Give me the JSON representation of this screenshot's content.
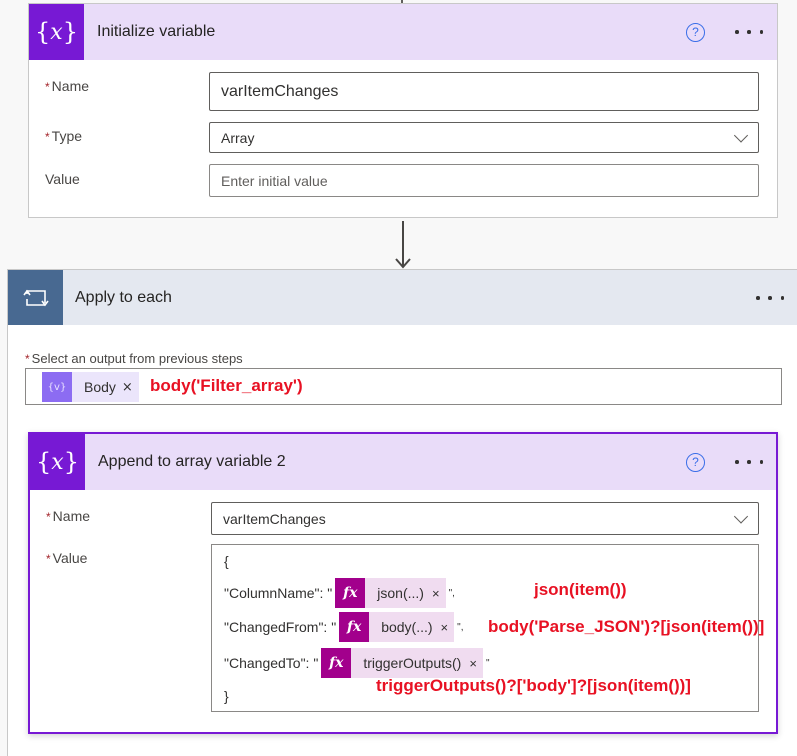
{
  "init_card": {
    "title": "Initialize variable",
    "icon": "variable-icon",
    "icon_glyph_open": "{",
    "icon_glyph_x": "x",
    "icon_glyph_close": "}",
    "help": "?",
    "fields": {
      "name": {
        "label": "Name",
        "required": "*",
        "value": "varItemChanges"
      },
      "type": {
        "label": "Type",
        "required": "*",
        "value": "Array"
      },
      "value": {
        "label": "Value",
        "placeholder": "Enter initial value"
      }
    }
  },
  "apply_card": {
    "title": "Apply to each",
    "icon": "loop-icon",
    "select_label": "Select an output from previous steps",
    "required": "*",
    "token": {
      "icon_glyph": "{v}",
      "label": "Body",
      "remove": "×"
    },
    "annotation": "body('Filter_array')"
  },
  "append_card": {
    "title": "Append to array variable 2",
    "help": "?",
    "fields": {
      "name": {
        "label": "Name",
        "required": "*",
        "value": "varItemChanges"
      },
      "value": {
        "label": "Value",
        "required": "*"
      }
    },
    "json": {
      "open": "{",
      "close": "}",
      "lines": [
        {
          "key": "\"ColumnName\": \"",
          "token": "json(...)",
          "remove": "×",
          "suffix": "\",",
          "annotation": "json(item())"
        },
        {
          "key": "\"ChangedFrom\": \"",
          "token": "body(...)",
          "remove": "×",
          "suffix": "\",",
          "annotation": "body('Parse_JSON')?[json(item())]"
        },
        {
          "key": "\"ChangedTo\": \"",
          "token": "triggerOutputs()",
          "remove": "×",
          "suffix": "\"",
          "annotation": "triggerOutputs()?['body']?[json(item())]"
        }
      ]
    },
    "fx_glyph": "fx"
  },
  "colors": {
    "variable_accent": "#7719d4",
    "variable_header": "#e9dcf9",
    "loop_accent": "#486991",
    "loop_header": "#e4e8f0",
    "expression_accent": "#a2008c",
    "expression_token": "#f0dcf0",
    "annotation_red": "#e81123",
    "help_blue": "#3a6ee8"
  }
}
